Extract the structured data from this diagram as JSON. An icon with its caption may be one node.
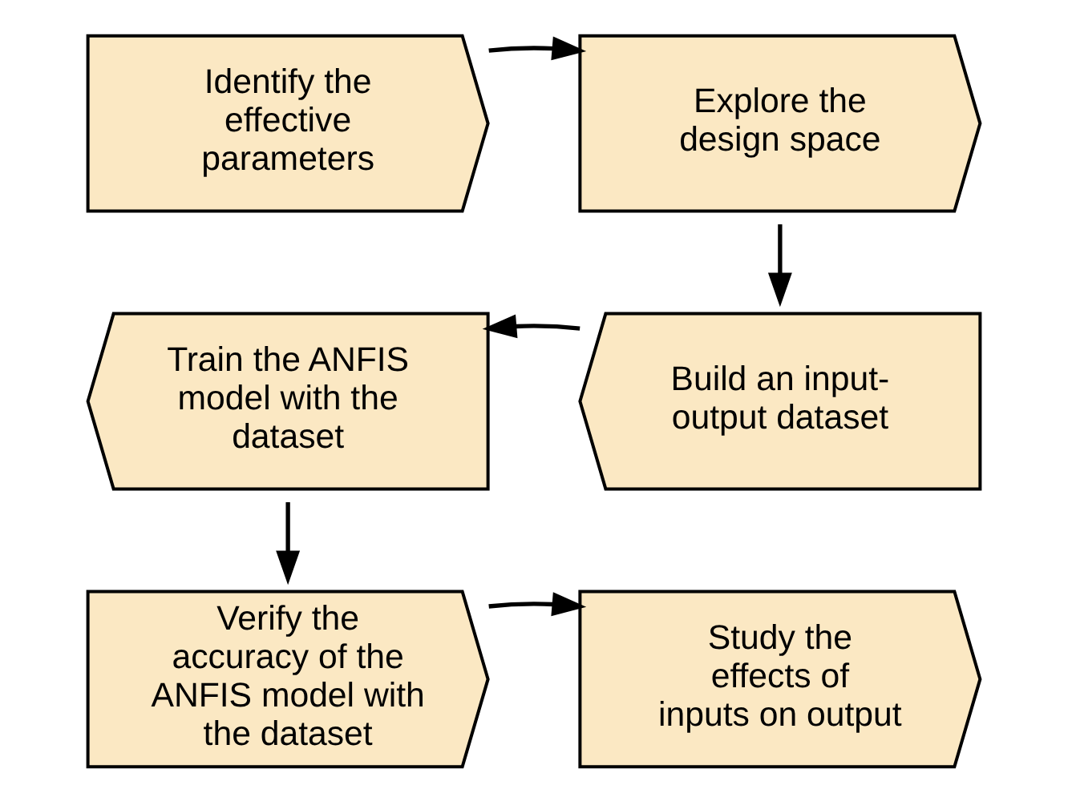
{
  "diagram": {
    "nodes": [
      {
        "text": [
          "Identify the effective parameters"
        ]
      },
      {
        "text": [
          "Explore the design space"
        ]
      },
      {
        "text": [
          "Build an input-output dataset"
        ]
      },
      {
        "text": [
          "Train the ANFIS model with the dataset"
        ]
      },
      {
        "text": [
          "Verify the accuracy of the ANFIS model with the dataset"
        ]
      },
      {
        "text": [
          "Study the effects of inputs on output"
        ]
      }
    ],
    "edges": [
      {
        "from": 0,
        "to": 1,
        "arrow": "to"
      },
      {
        "from": 1,
        "to": 2,
        "arrow": "to"
      },
      {
        "from": 2,
        "to": 3,
        "arrow": "to"
      },
      {
        "from": 3,
        "to": 4,
        "arrow": "to"
      },
      {
        "from": 4,
        "to": 5,
        "arrow": "to"
      }
    ]
  }
}
